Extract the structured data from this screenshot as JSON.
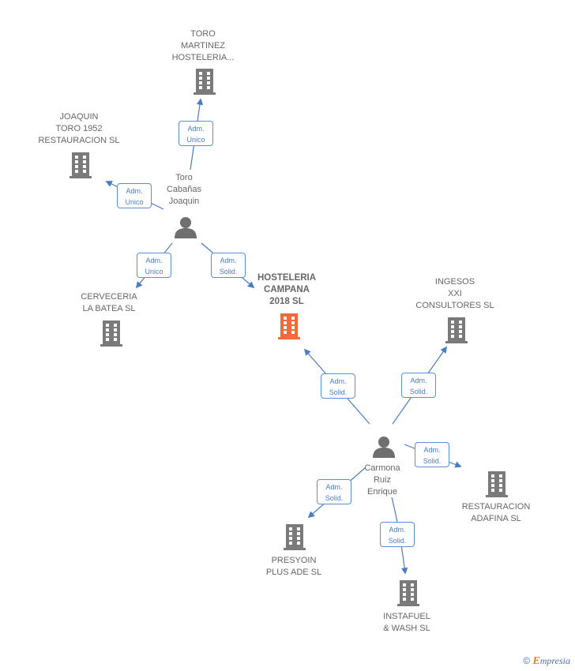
{
  "colors": {
    "company": "#7a7a7a",
    "main_company": "#f26a3a",
    "person": "#6f6f6f",
    "edge": "#4a7cc4",
    "text": "#666666"
  },
  "companies": {
    "toro_martinez": "TORO\nMARTINEZ\nHOSTELERIA...",
    "joaquin_toro": "JOAQUIN\nTORO 1952\nRESTAURACION SL",
    "cerveceria": "CERVECERIA\nLA BATEA SL",
    "hosteleria": "HOSTELERIA\nCAMPANA\n2018  SL",
    "ingesos": "INGESOS\nXXI\nCONSULTORES SL",
    "restauracion": "RESTAURACION\nADAFINA  SL",
    "presyoin": "PRESYOIN\nPLUS ADE  SL",
    "instafuel": "INSTAFUEL\n& WASH  SL"
  },
  "persons": {
    "toro": "Toro\nCabañas\nJoaquin",
    "carmona": "Carmona\nRuiz\nEnrique"
  },
  "edges": {
    "e1": "Adm.\nUnico",
    "e2": "Adm.\nUnico",
    "e3": "Adm.\nUnico",
    "e4": "Adm.\nSolid.",
    "e5": "Adm.\nSolid.",
    "e6": "Adm.\nSolid.",
    "e7": "Adm.\nSolid.",
    "e8": "Adm.\nSolid.",
    "e9": "Adm.\nSolid."
  },
  "footer": {
    "copyright": "©",
    "brand_first": "E",
    "brand_rest": "mpresia"
  }
}
